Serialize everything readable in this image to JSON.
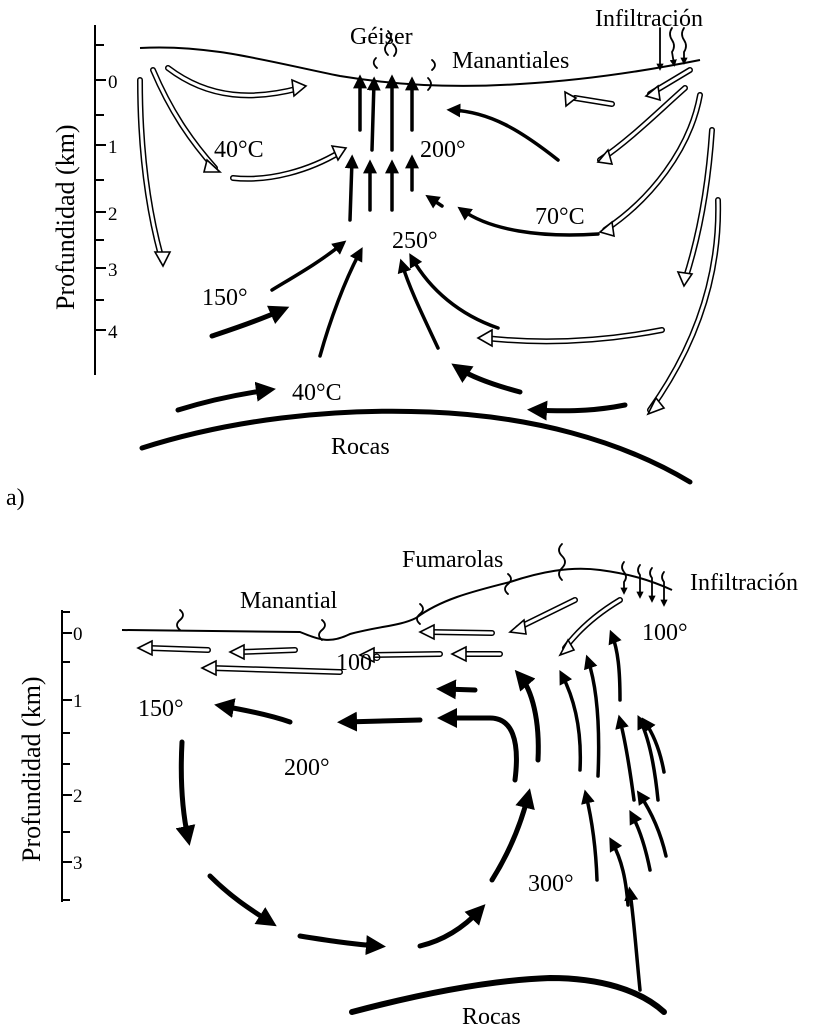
{
  "diagram_a": {
    "caption": "a)",
    "y_axis_title": "Profundidad (km)",
    "ticks": [
      "0",
      "1",
      "2",
      "3",
      "4"
    ],
    "labels": {
      "geyser": "Géiser",
      "springs": "Manantiales",
      "infiltration": "Infiltración",
      "t_40_left": "40°C",
      "t_200": "200°",
      "t_70": "70°C",
      "t_250": "250°",
      "t_150": "150°",
      "t_40_bottom": "40°C",
      "rocks": "Rocas"
    }
  },
  "diagram_b": {
    "y_axis_title": "Profundidad (km)",
    "ticks": [
      "0",
      "1",
      "2",
      "3"
    ],
    "labels": {
      "fumaroles": "Fumarolas",
      "spring": "Manantial",
      "infiltration": "Infiltración",
      "t_100_right": "100°",
      "t_100_mid": "100°",
      "t_150": "150°",
      "t_200": "200°",
      "t_300": "300°",
      "rocks": "Rocas"
    }
  }
}
